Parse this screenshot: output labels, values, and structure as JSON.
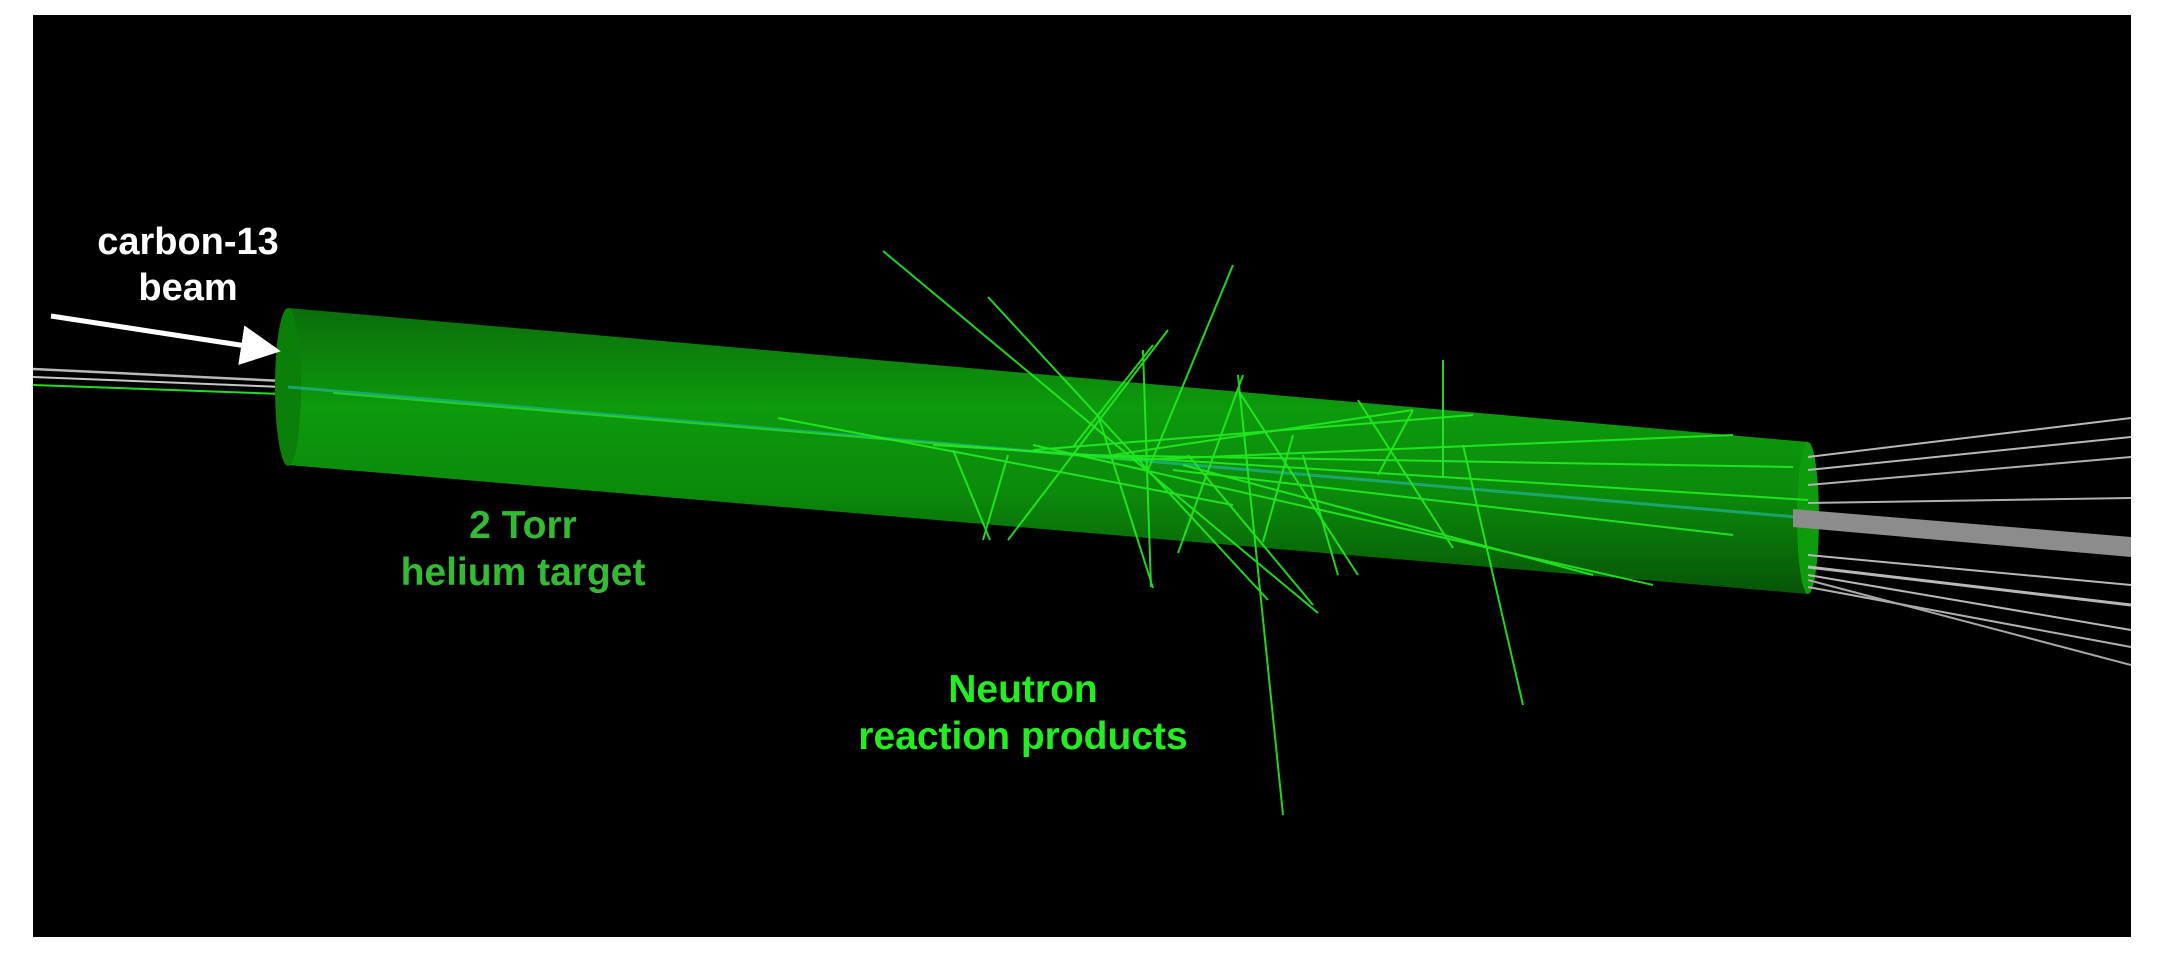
{
  "labels": {
    "beam": {
      "line1": "carbon-13",
      "line2": "beam"
    },
    "target": {
      "line1": "2 Torr",
      "line2": "helium target"
    },
    "neutrons": {
      "line1": "Neutron",
      "line2": "reaction products"
    }
  },
  "colors": {
    "background": "#000000",
    "target_cylinder": "#0a8a0a",
    "neutron_tracks": "#22ee22",
    "beam_tracks": "#b8b8b8",
    "beam_label": "#ffffff",
    "target_label": "#33bb33",
    "neutron_label": "#22ee22"
  }
}
